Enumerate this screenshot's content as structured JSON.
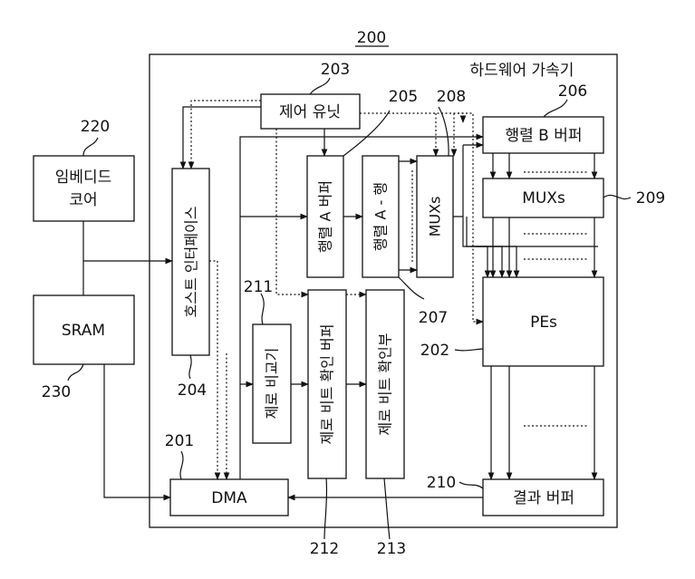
{
  "figure_number": "200",
  "accelerator_label": "하드웨어 가속기",
  "blocks": {
    "embedded_core": [
      "임베디드",
      "코어"
    ],
    "sram": "SRAM",
    "host_interface": "호스트 인터페이스",
    "control_unit": "제어 유닛",
    "matrix_a_buffer": "행렬 A 버퍼",
    "matrix_a_row": "행렬 A - 행",
    "muxs_small": "MUXs",
    "matrix_b_buffer": "행렬 B 버퍼",
    "muxs_large": "MUXs",
    "pes": "PEs",
    "zero_comparator": "제로 비교기",
    "zero_bit_buffer": "제로 비트 확인 버퍼",
    "zero_bit_unit": "제로 비트 확인부",
    "dma": "DMA",
    "result_buffer": "결과 버퍼"
  },
  "refs": {
    "embedded_core": "220",
    "sram": "230",
    "host_interface": "204",
    "control_unit": "203",
    "matrix_a_buffer": "205",
    "matrix_b_buffer": "206",
    "matrix_a_row": "207",
    "muxs_small": "208",
    "muxs_large": "209",
    "pes": "202",
    "zero_comparator": "211",
    "zero_bit_buffer": "212",
    "zero_bit_unit": "213",
    "dma": "201",
    "result_buffer": "210"
  }
}
